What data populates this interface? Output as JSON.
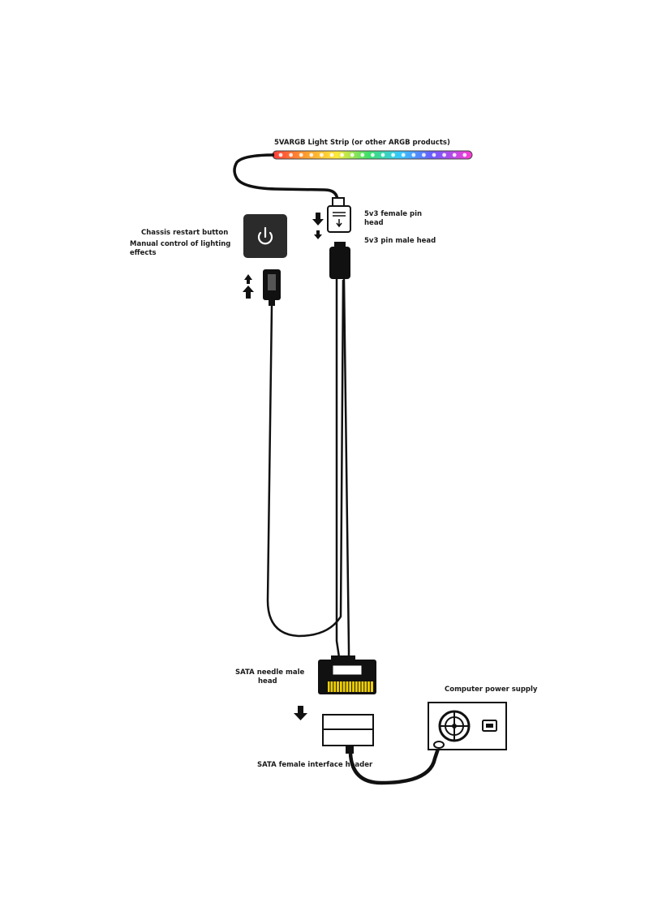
{
  "labels": {
    "light_strip": "5VARGB Light Strip (or other ARGB products)",
    "female_pin_line1": "5v3 female pin",
    "female_pin_line2": "head",
    "male_pin": "5v3 pin male head",
    "restart_button": "Chassis restart button",
    "manual_control_line1": "Manual control of lighting",
    "manual_control_line2": "effects",
    "sata_male_line1": "SATA needle male",
    "sata_male_line2": "head",
    "power_supply": "Computer power supply",
    "sata_female": "SATA female interface header"
  },
  "colors": {
    "cable": "#111111",
    "sata_pins": "#f0d000",
    "button_bg": "#2b2b2b"
  },
  "icons": {
    "power": "power-icon",
    "arrow_down": "arrow-down-icon",
    "arrow_up": "arrow-up-icon",
    "fan": "fan-icon",
    "power_socket": "power-socket-icon"
  }
}
